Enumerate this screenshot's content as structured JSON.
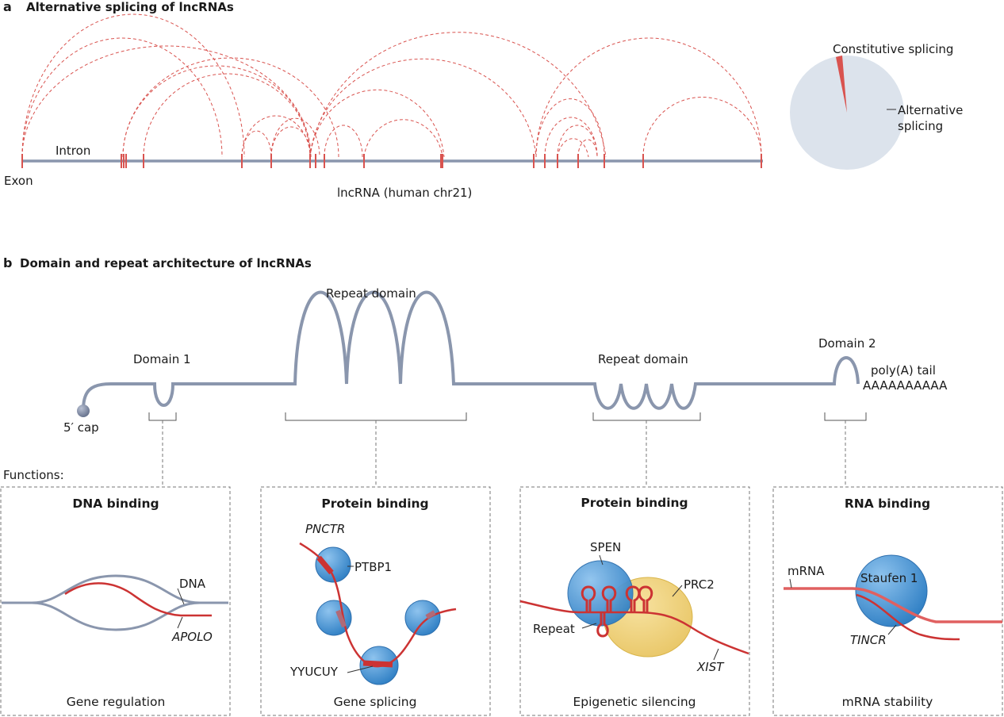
{
  "panel_a": {
    "letter": "a",
    "title": "Alternative splicing of lncRNAs",
    "label_intron": "Intron",
    "label_exon": "Exon",
    "gene_label": "lncRNA (human chr21)",
    "pie_label_constitutive": "Constitutive splicing",
    "pie_label_alternative_1": "Alternative",
    "pie_label_alternative_2": "splicing",
    "colors": {
      "exon": "#d9534f",
      "intron": "#8a96ad",
      "pie_alt": "#dce3ec",
      "pie_const": "#d9534f"
    }
  },
  "panel_b": {
    "letter": "b",
    "title": "Domain and repeat architecture of lncRNAs",
    "domain1": "Domain 1",
    "repeat_domain_1": "Repeat domain",
    "repeat_domain_2": "Repeat domain",
    "domain2": "Domain 2",
    "cap": "5′ cap",
    "polya_1": "poly(A) tail",
    "polya_2": "AAAAAAAAAA",
    "functions": "Functions:"
  },
  "boxes": [
    {
      "title": "DNA binding",
      "footer": "Gene regulation",
      "labels": {
        "dna": "DNA",
        "lnc": "APOLO"
      }
    },
    {
      "title": "Protein binding",
      "footer": "Gene splicing",
      "labels": {
        "lnc": "PNCTR",
        "protein": "PTBP1",
        "motif": "YYUCUY"
      }
    },
    {
      "title": "Protein binding",
      "footer": "Epigenetic silencing",
      "labels": {
        "spen": "SPEN",
        "prc2": "PRC2",
        "repeat": "Repeat",
        "lnc": "XIST"
      }
    },
    {
      "title": "RNA binding",
      "footer": "mRNA stability",
      "labels": {
        "mrna": "mRNA",
        "protein": "Staufen 1",
        "lnc": "TINCR"
      }
    }
  ]
}
